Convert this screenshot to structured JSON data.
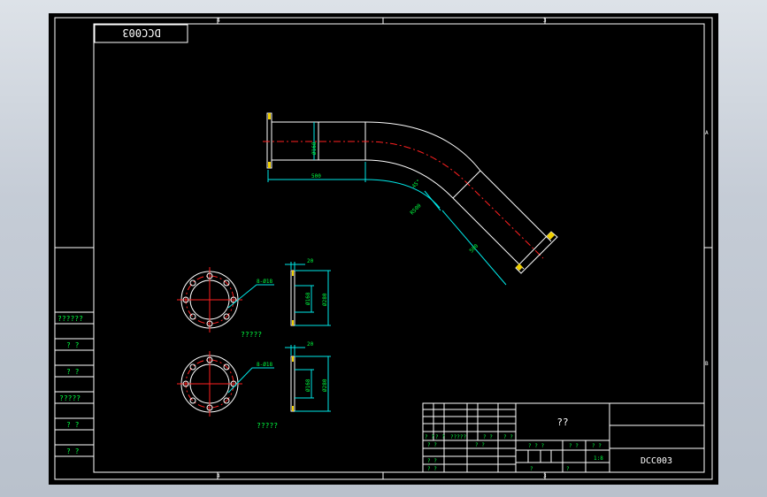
{
  "drawing": {
    "code_box": "DCC003",
    "drawing_number": "DCC003",
    "title_center": "??",
    "zone_top_left": "4",
    "zone_top_mid": "3",
    "zone_bottom_left": "4",
    "zone_bottom_mid": "3",
    "zone_right_a": "A",
    "zone_right_b": "B"
  },
  "side_labels": [
    "??????",
    "? ?",
    "? ?",
    "?????",
    "? ?",
    "? ?"
  ],
  "flange_views": {
    "label_upper": "?????",
    "label_lower": "?????",
    "leader_upper": "8-Ø18",
    "leader_lower": "8-Ø18"
  },
  "dimensions": {
    "pipe_length": "500",
    "pipe_dia": "Ø168",
    "angle": "45°",
    "radius": "R500",
    "outlet_length": "500",
    "flange_thk_upper": "20",
    "flange_thk_lower": "20",
    "inner_upper": "Ø168",
    "outer_upper": "Ø280",
    "inner_lower": "Ø168",
    "outer_lower": "Ø280"
  },
  "title_block": {
    "cells_row1": [
      "? ?",
      "? ?",
      "?????",
      "? ?",
      "? ?"
    ],
    "cells_row2": [
      "? ?",
      "? ?"
    ],
    "cells_row3": [
      "? ?",
      "? ?"
    ],
    "weight_row": [
      "? ? ?",
      "? ?",
      "? ?"
    ],
    "scale_row": [
      "?",
      "?",
      "1:8"
    ]
  }
}
